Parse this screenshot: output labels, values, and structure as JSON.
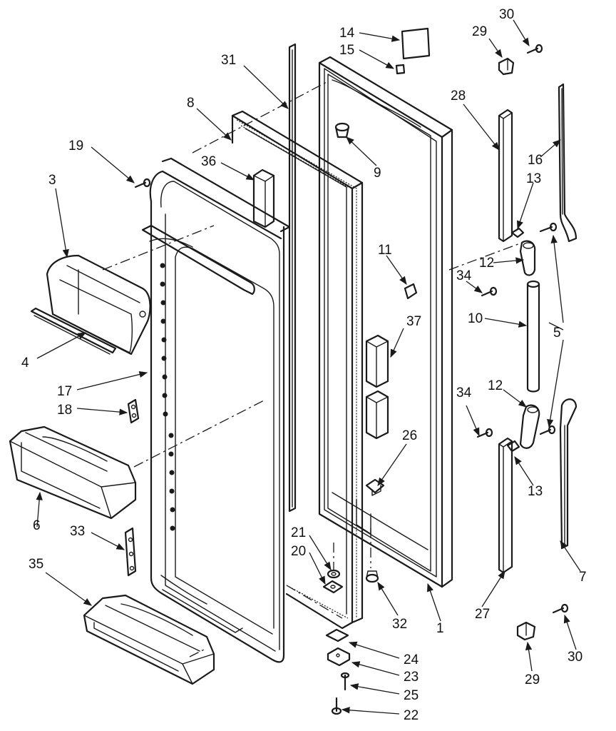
{
  "callouts": [
    {
      "label": "30"
    },
    {
      "label": "29"
    },
    {
      "label": "14"
    },
    {
      "label": "15"
    },
    {
      "label": "31"
    },
    {
      "label": "28"
    },
    {
      "label": "8"
    },
    {
      "label": "16"
    },
    {
      "label": "19"
    },
    {
      "label": "36"
    },
    {
      "label": "9"
    },
    {
      "label": "13"
    },
    {
      "label": "3"
    },
    {
      "label": "12"
    },
    {
      "label": "11"
    },
    {
      "label": "34"
    },
    {
      "label": "10"
    },
    {
      "label": "5"
    },
    {
      "label": "37"
    },
    {
      "label": "4"
    },
    {
      "label": "17"
    },
    {
      "label": "18"
    },
    {
      "label": "12"
    },
    {
      "label": "34"
    },
    {
      "label": "26"
    },
    {
      "label": "13"
    },
    {
      "label": "6"
    },
    {
      "label": "33"
    },
    {
      "label": "21"
    },
    {
      "label": "35"
    },
    {
      "label": "20"
    },
    {
      "label": "7"
    },
    {
      "label": "27"
    },
    {
      "label": "32"
    },
    {
      "label": "1"
    },
    {
      "label": "24"
    },
    {
      "label": "30"
    },
    {
      "label": "23"
    },
    {
      "label": "25"
    },
    {
      "label": "29"
    },
    {
      "label": "22"
    }
  ]
}
